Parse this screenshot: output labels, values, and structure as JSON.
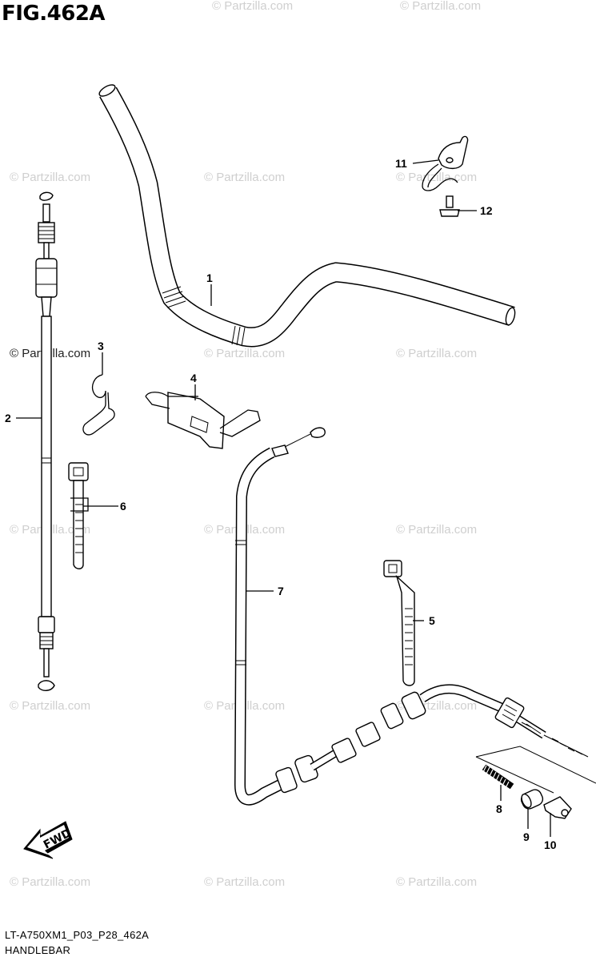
{
  "figure": {
    "title": "FIG.462A",
    "code": "LT-A750XM1_P03_P28_462A",
    "caption": "HANDLEBAR",
    "fwd_label": "FWD"
  },
  "watermark": "© Partzilla.com",
  "callouts": {
    "c1": "1",
    "c2": "2",
    "c3": "3",
    "c4": "4",
    "c5": "5",
    "c6": "6",
    "c7": "7",
    "c8": "8",
    "c9": "9",
    "c10": "10",
    "c11": "11",
    "c12": "12"
  },
  "colors": {
    "line": "#000000",
    "watermark": "#cfcfcf",
    "background": "#ffffff"
  }
}
